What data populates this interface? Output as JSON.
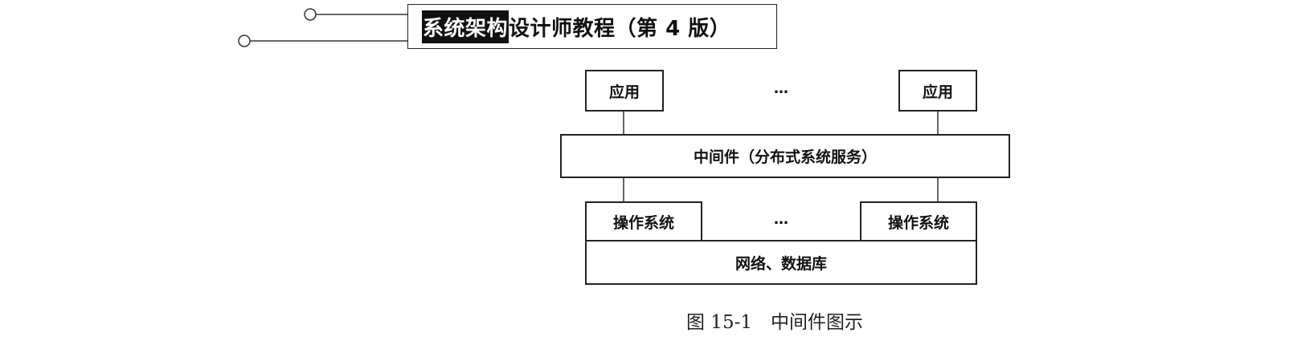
{
  "header": {
    "title_highlight": "系统架构",
    "title_rest": "设计师教程（第 4 版）"
  },
  "diagram": {
    "apps": [
      "应用",
      "应用"
    ],
    "app_ellipsis": "…",
    "middleware": "中间件（分布式系统服务）",
    "os": [
      "操作系统",
      "操作系统"
    ],
    "os_ellipsis": "…",
    "network": "网络、数据库"
  },
  "caption": "图 15-1　中间件图示"
}
